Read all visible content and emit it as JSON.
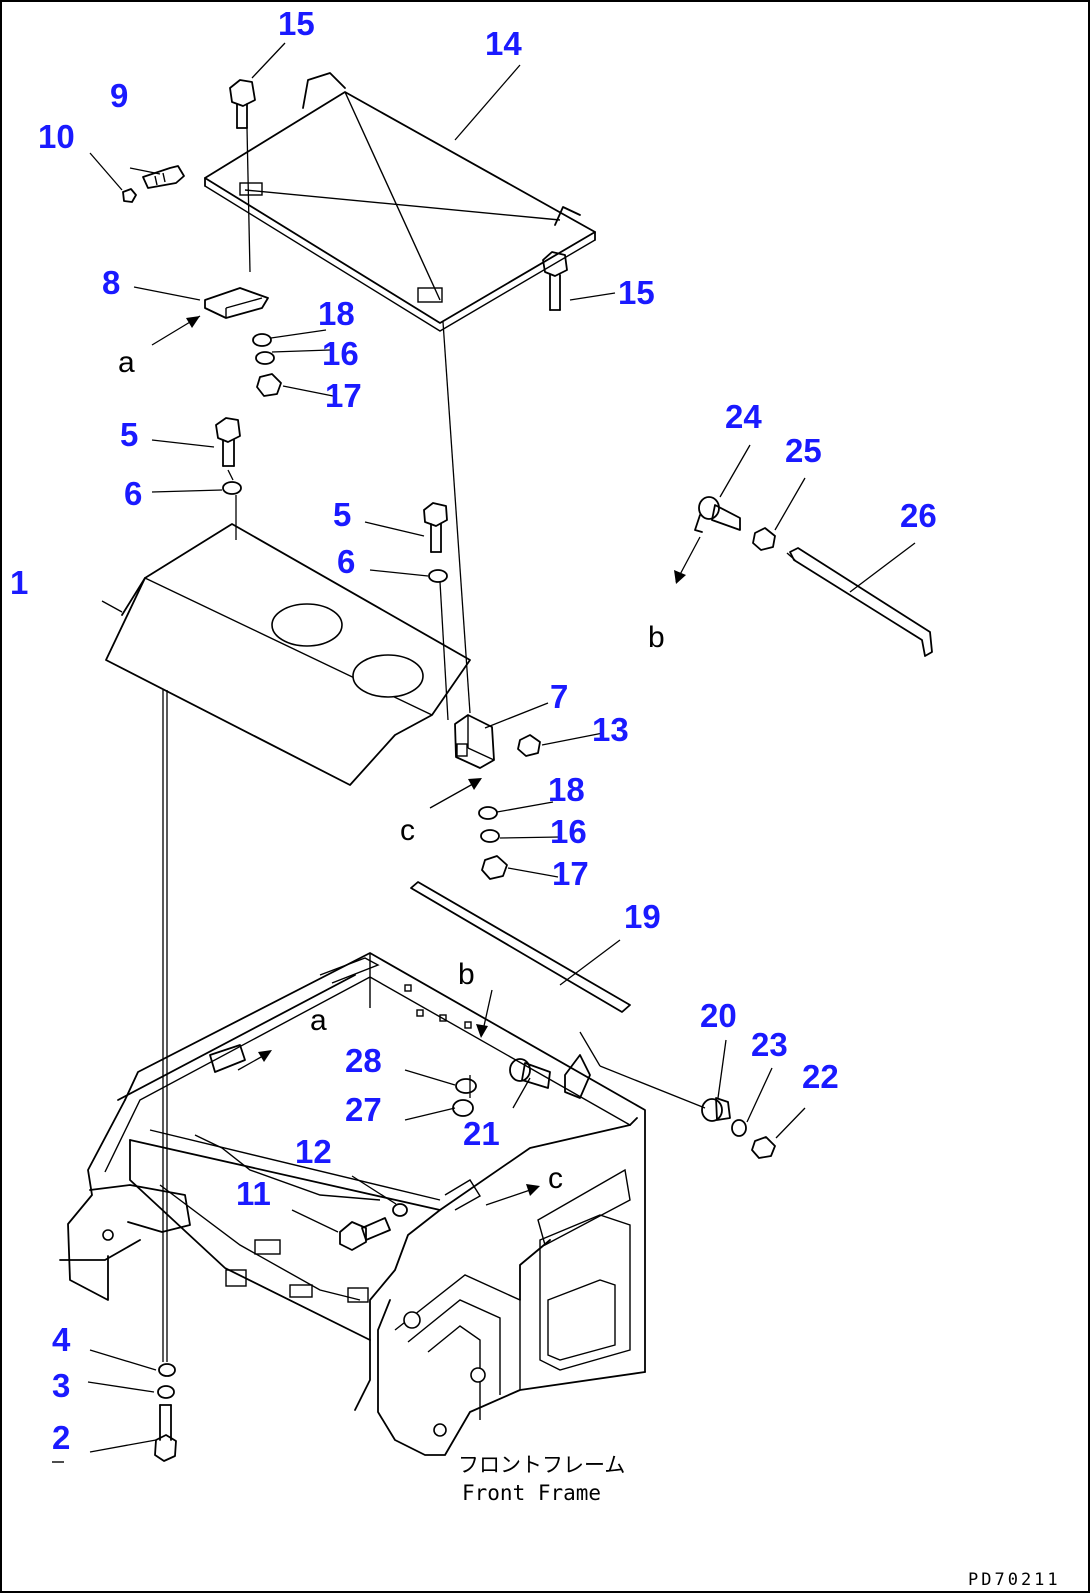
{
  "diagram": {
    "labels": {
      "l1": "1",
      "l2": "2",
      "l3": "3",
      "l4": "4",
      "l5a": "5",
      "l5b": "5",
      "l6a": "6",
      "l6b": "6",
      "l7": "7",
      "l8": "8",
      "l9": "9",
      "l10": "10",
      "l11": "11",
      "l12": "12",
      "l13": "13",
      "l14": "14",
      "l15a": "15",
      "l15b": "15",
      "l16a": "16",
      "l16b": "16",
      "l17a": "17",
      "l17b": "17",
      "l18a": "18",
      "l18b": "18",
      "l19": "19",
      "l20": "20",
      "l21": "21",
      "l22": "22",
      "l23": "23",
      "l24": "24",
      "l25": "25",
      "l26": "26",
      "l27": "27",
      "l28": "28"
    },
    "view_refs": {
      "a_top": "a",
      "a_frame": "a",
      "b_top": "b",
      "b_frame": "b",
      "c_top": "c",
      "c_frame": "c"
    },
    "caption_jp": "フロントフレーム",
    "caption_en": "Front Frame",
    "drawing_code": "PD70211",
    "label_color": "#1a1aff"
  }
}
